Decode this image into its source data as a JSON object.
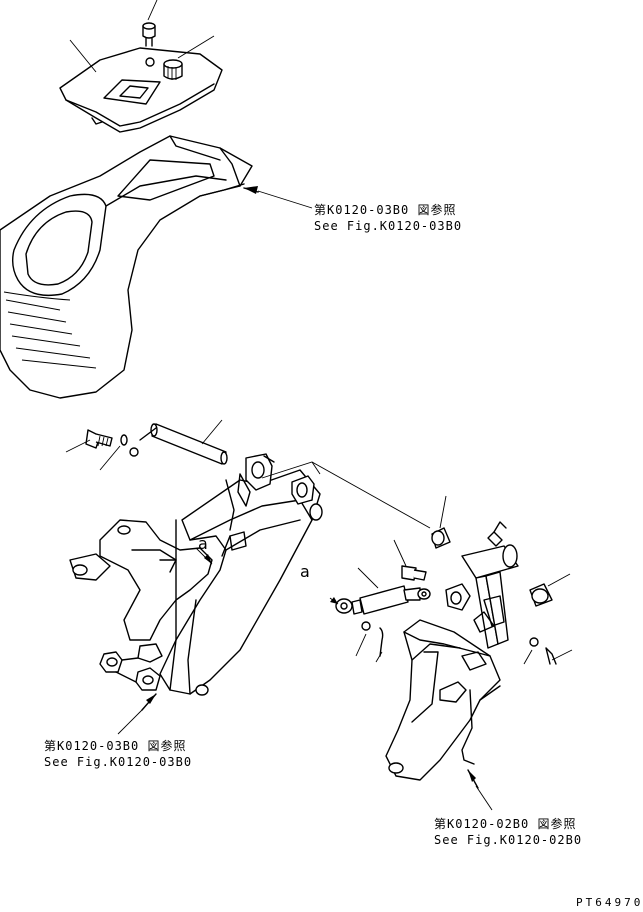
{
  "references": [
    {
      "ja": "第K0120-03B0 図参照",
      "en": "See Fig.K0120-03B0"
    },
    {
      "ja": "第K0120-03B0 図参照",
      "en": "See Fig.K0120-03B0"
    },
    {
      "ja": "第K0120-02B0 図参照",
      "en": "See Fig.K0120-02B0"
    }
  ],
  "labels": {
    "a_left": "a",
    "a_right": "a"
  },
  "drawing_code": "PT64970"
}
